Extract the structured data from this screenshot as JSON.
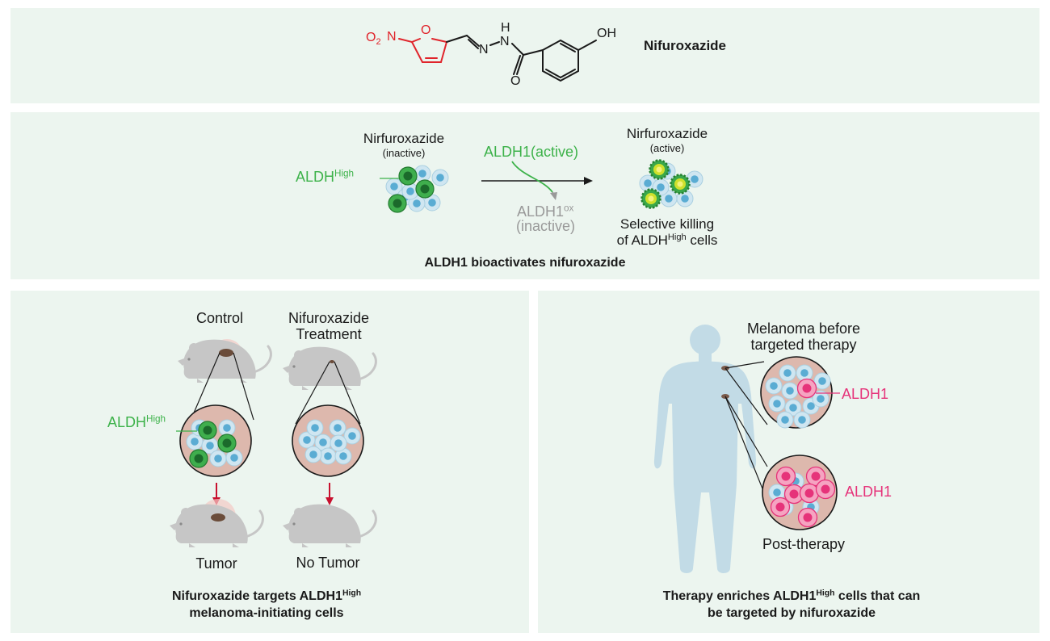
{
  "colors": {
    "panel_bg": "#ecf5ef",
    "nitrofuran_red": "#e0242b",
    "aldh_green": "#3db24a",
    "aldh1_pink": "#e6337a",
    "cell_light_blue": "#cbe3ef",
    "cell_nucleus_blue": "#5aacd3",
    "arrow_red": "#c8102e",
    "mouse_grey": "#c6c6c6",
    "human_blue": "#c2dbe6",
    "tissue_pink": "#ddb8ad"
  },
  "panel1": {
    "molecule_name": "Nifuroxazide",
    "struct_labels": {
      "o2n": "O",
      "o2n_sub": "2",
      "n_nitro": "N",
      "o_furan": "O",
      "n_imine": "N",
      "n_amide": "N",
      "h_amide": "H",
      "o_carbonyl": "O",
      "oh": "OH"
    }
  },
  "panel2": {
    "left_title": "Nirfuroxazide",
    "left_subtitle": "(inactive)",
    "aldh_label": "ALDH",
    "aldh_sup": "High",
    "enzyme_active": "ALDH1(active)",
    "enzyme_ox": "ALDH1",
    "enzyme_ox_sup": "ox",
    "enzyme_ox_state": "(inactive)",
    "right_title": "Nirfuroxazide",
    "right_subtitle": "(active)",
    "killing_line1": "Selective killing",
    "killing_line2_prefix": "of ALDH",
    "killing_line2_sup": "High",
    "killing_line2_suffix": " cells",
    "caption": "ALDH1 bioactivates nifuroxazide"
  },
  "panel3": {
    "control_label": "Control",
    "treatment_line1": "Nifuroxazide",
    "treatment_line2": "Treatment",
    "aldh_label": "ALDH",
    "aldh_sup": "High",
    "tumor_label": "Tumor",
    "no_tumor_label": "No Tumor",
    "caption_line1_prefix": "Nifuroxazide targets ALDH1",
    "caption_line1_sup": "High",
    "caption_line2": "melanoma-initiating cells"
  },
  "panel4": {
    "before_line1": "Melanoma before",
    "before_line2": "targeted therapy",
    "aldh1_label_top": "ALDH1",
    "aldh1_label_bottom": "ALDH1",
    "post_label": "Post-therapy",
    "caption_line1_prefix": "Therapy enriches ALDH1",
    "caption_line1_sup": "High",
    "caption_line1_suffix": " cells that can",
    "caption_line2": "be targeted by nifuroxazide"
  }
}
